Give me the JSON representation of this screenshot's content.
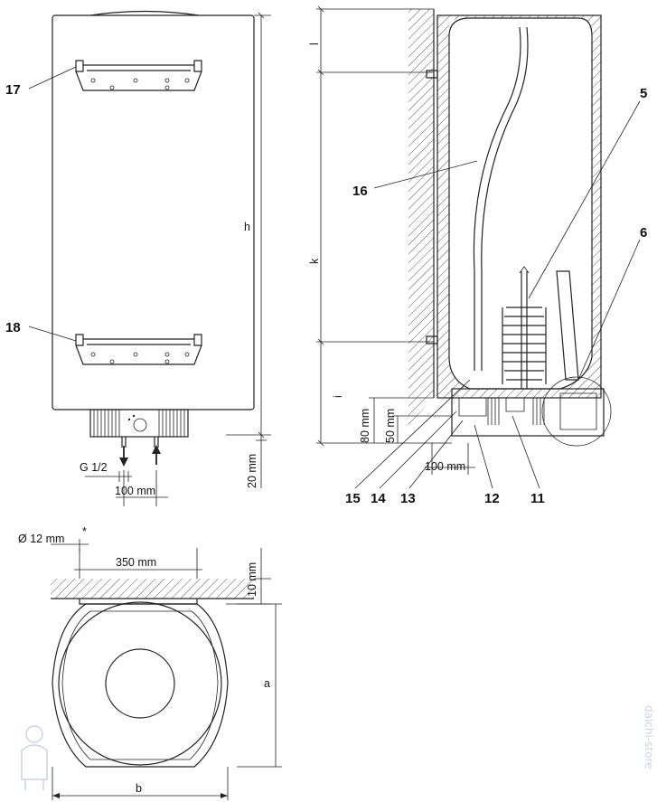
{
  "callouts": {
    "c17": "17",
    "c18": "18",
    "c16": "16",
    "c5": "5",
    "c6": "6",
    "c15": "15",
    "c14": "14",
    "c13": "13",
    "c12": "12",
    "c11": "11"
  },
  "dimensions": {
    "h": "h",
    "mm20": "20 mm",
    "g12": "G 1/2",
    "mm100_left": "100 mm",
    "l": "l",
    "k": "k",
    "i": "i",
    "mm80": "80 mm",
    "mm50": "50 mm",
    "mm100_right": "100 mm",
    "dia12": "Ø 12 mm",
    "asterisk": "*",
    "mm350": "350 mm",
    "mm10": "10 mm",
    "a": "a",
    "b": "b"
  },
  "watermark": {
    "text": "daichi-store"
  },
  "colors": {
    "line": "#222222",
    "hatch": "#444444",
    "watermark": "#c9d4e6"
  }
}
